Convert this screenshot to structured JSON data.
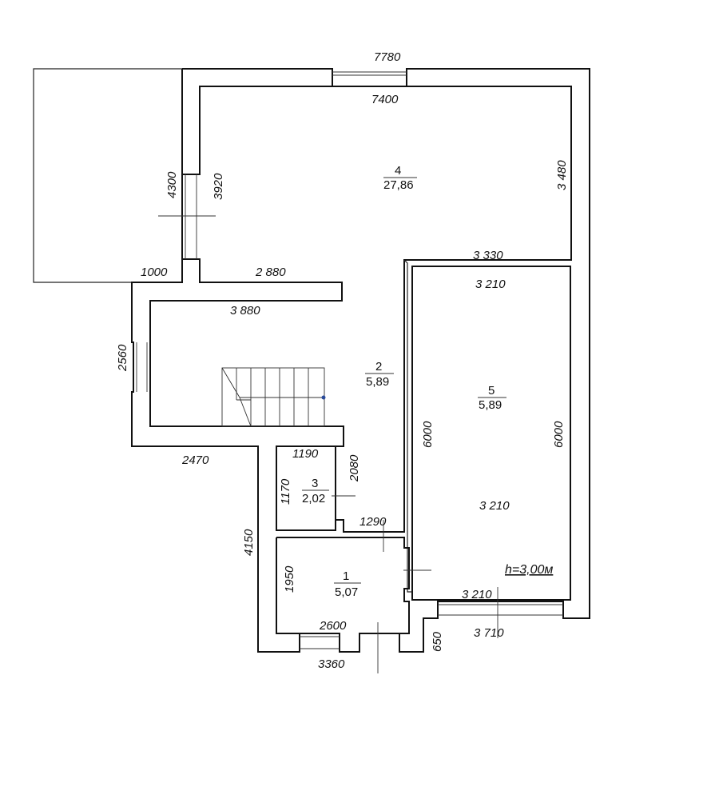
{
  "dimensions": {
    "top_outer": "7780",
    "top_inner": "7400",
    "left_outer_room4": "4300",
    "left_inner_room4": "3920",
    "right_room4": "3 480",
    "mid_3330": "3 330",
    "room5_top": "3 210",
    "room5_mid": "3 210",
    "room5_bottom": "3 210",
    "bottom_3710": "3 710",
    "step_1000": "1000",
    "hall_2880": "2 880",
    "hall_3880": "3 880",
    "left_2560": "2560",
    "left_2470": "2470",
    "room3_1190": "1190",
    "room3_1170": "1170",
    "room3_2080": "2080",
    "dim_1290": "1290",
    "dim_4150": "4150",
    "room1_1950": "1950",
    "room1_2600": "2600",
    "bottom_3360": "3360",
    "dim_650": "650",
    "room5_left": "6000",
    "room5_right": "6000"
  },
  "rooms": [
    {
      "number": "4",
      "area": "27,86"
    },
    {
      "number": "2",
      "area": "5,89"
    },
    {
      "number": "5",
      "area": "5,89"
    },
    {
      "number": "3",
      "area": "2,02"
    },
    {
      "number": "1",
      "area": "5,07"
    }
  ],
  "height_note": "h=3,00м"
}
